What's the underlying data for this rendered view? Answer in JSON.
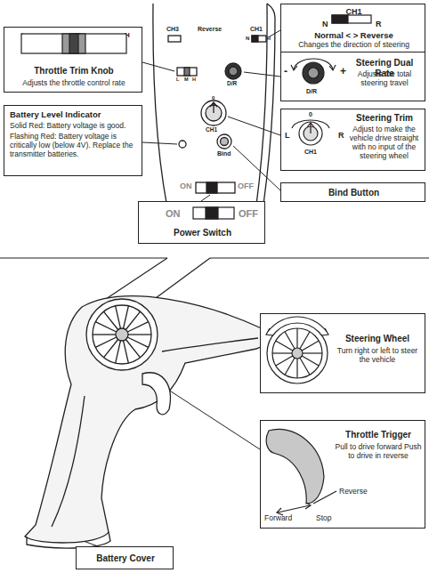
{
  "diagram": {
    "nodes": [
      {
        "text": [
          "CH1",
          "N",
          "R",
          "Normal < > Reverse",
          "Changes the direction of steering"
        ]
      },
      {
        "text": [
          "L",
          "M",
          "H",
          "Throttle Trim Knob",
          "Adjusts the throttle control rate"
        ]
      },
      {
        "text": [
          "-",
          "+",
          "D/R",
          "Steering Dual Rate",
          "Adjusts the total steering travel"
        ]
      },
      {
        "text": [
          "Battery Level Indicator",
          "Solid Red: Battery voltage is good.",
          "Flashing Red: Battery voltage is critically low (below 4V). Replace the transmitter batteries."
        ]
      },
      {
        "text": [
          "0",
          "L",
          "R",
          "CH1",
          "Steering Trim",
          "Adjust to make the vehicle drive straight with no input of the steering wheel"
        ]
      },
      {
        "text": [
          "Bind Button"
        ]
      },
      {
        "text": [
          "ON",
          "OFF",
          "Power Switch"
        ]
      },
      {
        "text": [
          "Steering Wheel",
          "Turn right or left to steer the vehicle"
        ]
      },
      {
        "text": [
          "Throttle Trigger",
          "Pull to drive forward Push to drive in reverse",
          "Reverse",
          "Forward",
          "Stop"
        ]
      },
      {
        "text": [
          "Battery Cover"
        ]
      }
    ],
    "labels": [
      "CH3",
      "Reverse",
      "CH1",
      "N",
      "R",
      "L",
      "M",
      "H",
      "D/R",
      "0",
      "CH1",
      "Bind",
      "ON",
      "OFF"
    ]
  }
}
